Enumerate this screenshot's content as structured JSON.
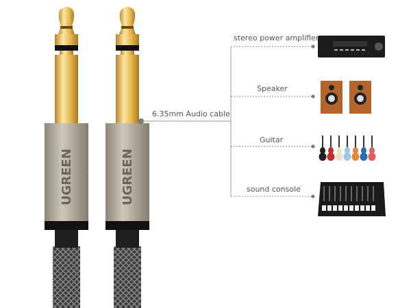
{
  "brand": "UGREEN",
  "cable_label": "6.35mm Audio cable",
  "devices": [
    {
      "label": "stereo power amplifier",
      "icon": "amplifier-icon"
    },
    {
      "label": "Speaker",
      "icon": "speaker-icon"
    },
    {
      "label": "Guitar",
      "icon": "guitar-icon"
    },
    {
      "label": "sound console",
      "icon": "mixer-icon"
    }
  ],
  "colors": {
    "gold": "#e6b84a",
    "sleeve": "#aaa394",
    "line": "#8a8a8a",
    "text": "#555555"
  }
}
